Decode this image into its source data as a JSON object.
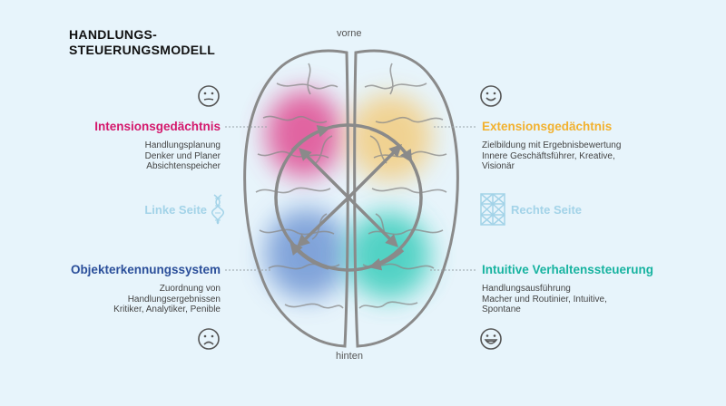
{
  "title": {
    "line1": "HANDLUNGS-",
    "line2": "STEUERUNGSMODELL"
  },
  "positions": {
    "front": "vorne",
    "back": "hinten"
  },
  "quadrants": [
    {
      "id": "top-left",
      "heading": "Intensionsgedächtnis",
      "color": "#d4186c",
      "lines": [
        "Handlungsplanung",
        "Denker und Planer",
        "Absichtenspeicher"
      ],
      "face": "neutral"
    },
    {
      "id": "top-right",
      "heading": "Extensionsgedächtnis",
      "color": "#f2b12e",
      "lines": [
        "Zielbildung mit Ergebnisbewertung",
        "Innere Geschäftsführer, Kreative,",
        "Visionär"
      ],
      "face": "smile"
    },
    {
      "id": "bottom-left",
      "heading": "Objekterkennungssystem",
      "color": "#2b4f9a",
      "lines": [
        "Zuordnung von",
        "Handlungsergebnissen",
        "Kritiker, Analytiker, Penible"
      ],
      "face": "frown"
    },
    {
      "id": "bottom-right",
      "heading": "Intuitive Verhaltenssteuerung",
      "color": "#17b3a0",
      "lines": [
        "Handlungsausführung",
        "Macher und Routinier, Intuitive,",
        "Spontane"
      ],
      "face": "grin"
    }
  ],
  "sides": {
    "left": "Linke Seite",
    "right": "Rechte Seite"
  },
  "colors": {
    "background": "#e7f4fb",
    "brain_outline": "#8a8a8a",
    "side_label": "#a3d3e8",
    "pink_blob": "#e04c92",
    "yellow_blob": "#f2cf86",
    "blue_blob": "#6f96d4",
    "teal_blob": "#43cfbf"
  },
  "icons": {
    "left_side": "helix-icon",
    "right_side": "lattice-icon"
  }
}
